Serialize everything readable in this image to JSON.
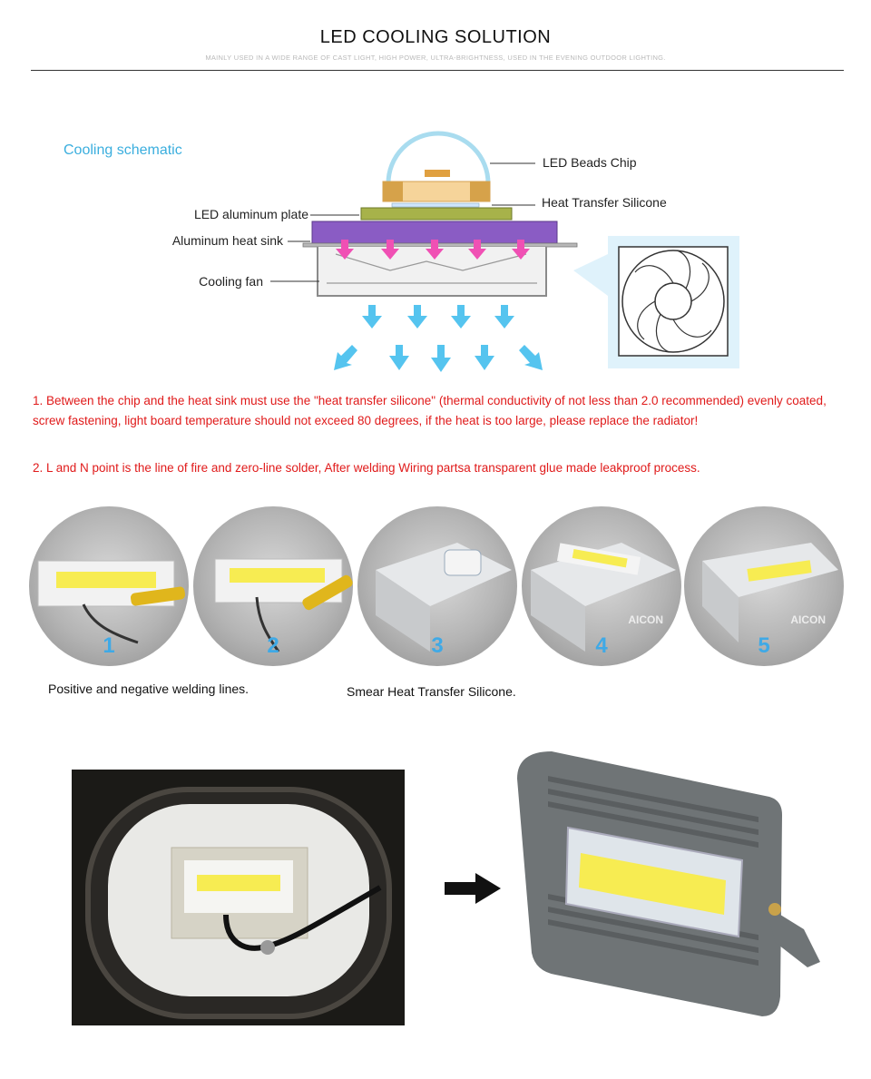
{
  "header": {
    "title": "LED COOLING SOLUTION",
    "subtitle": "MAINLY USED IN A WIDE RANGE OF CAST LIGHT, HIGH POWER, ULTRA-BRIGHTNESS, USED IN THE EVENING OUTDOOR LIGHTING."
  },
  "schematic": {
    "section_label": "Cooling schematic",
    "labels": {
      "led_beads_chip": "LED Beads Chip",
      "heat_transfer_silicone": "Heat Transfer Silicone",
      "led_aluminum_plate": "LED aluminum plate",
      "aluminum_heat_sink": "Aluminum heat sink",
      "cooling_fan": "Cooling fan"
    }
  },
  "notes": {
    "note1": "1. Between the chip and the heat sink must use the \"heat transfer silicone\" (thermal conductivity of not less than 2.0 recommended) evenly coated, screw fastening, light board temperature should not exceed 80 degrees, if the heat is too large, please replace the radiator!",
    "note2": "2. L and N point is the line of fire and zero-line solder, After welding Wiring partsa transparent glue made leakproof process."
  },
  "steps": [
    {
      "number": "1"
    },
    {
      "number": "2"
    },
    {
      "number": "3"
    },
    {
      "number": "4",
      "watermark": "AICON"
    },
    {
      "number": "5",
      "watermark": "AICON"
    }
  ],
  "captions": {
    "welding": "Positive and negative welding lines.",
    "smear": "Smear Heat Transfer Silicone."
  },
  "colors": {
    "accent_blue": "#3aaede",
    "note_red": "#e01a1a",
    "step_number_blue": "#3fa9e6",
    "heat_arrow_pink": "#f050b4",
    "heat_sink_purple": "#8a5cc4"
  }
}
